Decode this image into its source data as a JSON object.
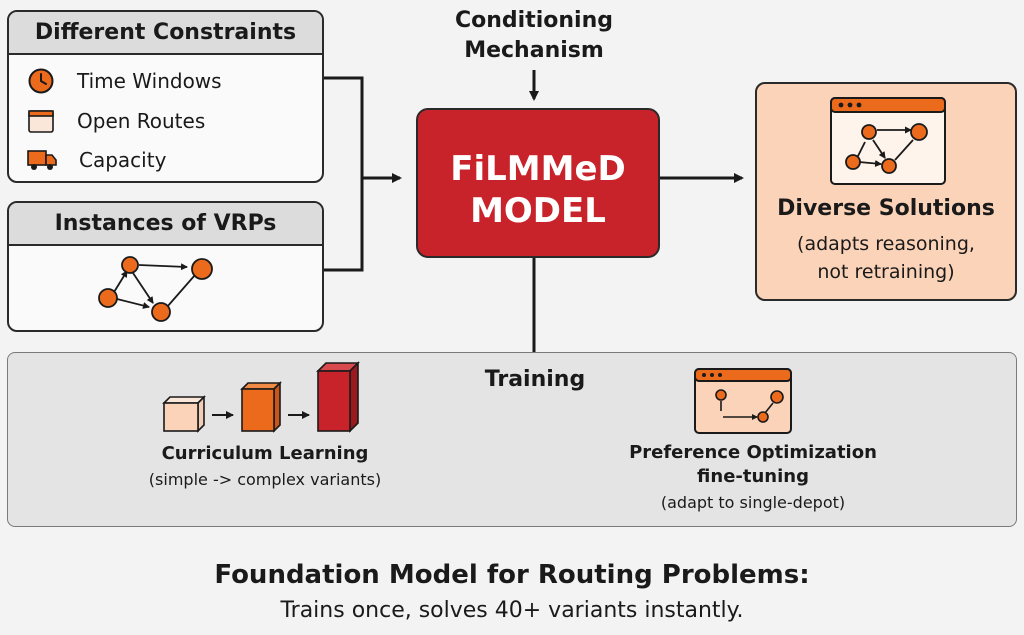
{
  "constraints": {
    "title": "Different Constraints",
    "items": [
      {
        "label": "Time Windows",
        "icon": "clock-icon"
      },
      {
        "label": "Open Routes",
        "icon": "calendar-icon"
      },
      {
        "label": "Capacity",
        "icon": "truck-icon"
      }
    ]
  },
  "instances": {
    "title": "Instances of VRPs",
    "icon": "route-graph-icon"
  },
  "conditioning": {
    "label_line1": "Conditioning",
    "label_line2": "Mechanism"
  },
  "model": {
    "line1": "FiLMMeD",
    "line2": "MODEL",
    "color": "#c8232b"
  },
  "solutions": {
    "title": "Diverse Solutions",
    "subtitle_line1": "(adapts reasoning,",
    "subtitle_line2": "not retraining)",
    "icon": "browser-graph-icon",
    "background": "#fbd3b8"
  },
  "training": {
    "title": "Training",
    "curriculum": {
      "title": "Curriculum Learning",
      "subtitle": "(simple -> complex variants)",
      "icon": "ascending-cubes-icon"
    },
    "preference": {
      "title_line1": "Preference Optimization",
      "title_line2": "fine-tuning",
      "subtitle": "(adapt to single-depot)",
      "icon": "browser-graph-icon"
    }
  },
  "footer": {
    "title": "Foundation Model for Routing Problems:",
    "subtitle": "Trains once, solves 40+ variants instantly."
  },
  "colors": {
    "accent_orange": "#ec6a1c",
    "dark_red": "#c8232b",
    "light_peach": "#fbd3b8",
    "outline": "#2a2a2a"
  }
}
